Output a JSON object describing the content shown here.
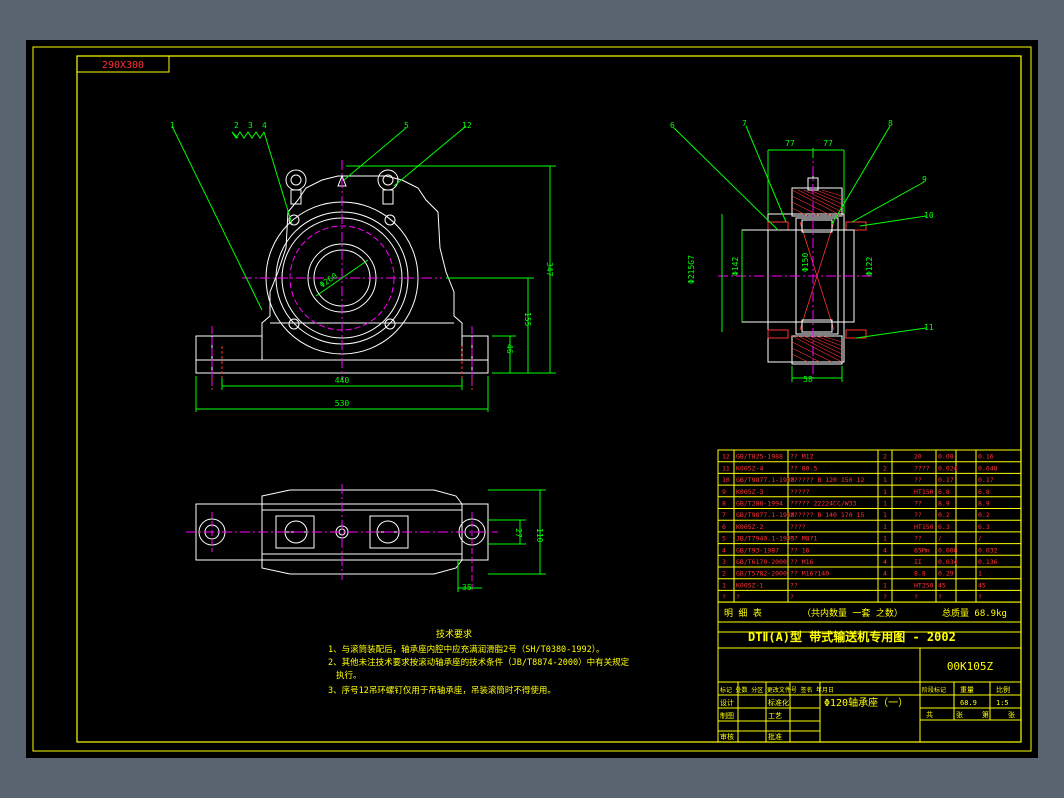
{
  "drawing_code": "290X300",
  "colors": {
    "background": "#000000",
    "frame": "#ffff00",
    "part": "#ffffff",
    "dimension": "#00ff00",
    "centerline": "#ff00ff",
    "section": "#ff3333",
    "text_cn": "#ffff00"
  },
  "front_view": {
    "callouts": [
      "1",
      "2",
      "3",
      "4",
      "5",
      "12"
    ],
    "dims": {
      "overall_width": "530",
      "bolt_span": "440",
      "height": "347",
      "center_height": "155",
      "base_height": "46",
      "bore": "Φ260"
    }
  },
  "side_view": {
    "callouts": [
      "6",
      "7",
      "8",
      "9",
      "10",
      "11"
    ],
    "dims": {
      "w1": "77",
      "w2": "77",
      "outer_dia": "Φ215G7",
      "d1": "Φ142",
      "d2": "Φ150",
      "d3": "Φ122",
      "bottom": "58"
    }
  },
  "top_view": {
    "dims": {
      "right1": "27",
      "right2": "110",
      "bottom": "35"
    }
  },
  "notes": {
    "title": "技术要求",
    "lines": [
      "1、与滚筒装配后，轴承座内腔中应充满润滑脂2号（SH/T0380-1992）。",
      "2、其他未注技术要求按滚动轴承座的技术条件（JB/T8874-2000）中有关规定",
      "执行。",
      "3、序号12吊环螺钉仅用于吊轴承座，吊装滚筒时不得使用。"
    ]
  },
  "bom": {
    "rows": [
      [
        "12",
        "GB/T825-1988",
        "?? M12",
        "2",
        "20",
        "0.08",
        "0.16"
      ],
      [
        "11",
        "K005Z-4",
        "?? 80.5",
        "2",
        "????",
        "0.024",
        "0.048"
      ],
      [
        "10",
        "GB/T9877.1-1988",
        "?????? B 120 150 12",
        "1",
        "??",
        "0.17",
        "0.17"
      ],
      [
        "9",
        "K005Z-3",
        "?????",
        "1",
        "HT150",
        "6.8",
        "6.8"
      ],
      [
        "8",
        "GB/T288-1994",
        "????? 22224CC/W33",
        "1",
        "??",
        "8.9",
        "8.9"
      ],
      [
        "7",
        "GB/T9877.1-1988",
        "?????? B 140 170 15",
        "1",
        "??",
        "0.2",
        "0.2"
      ],
      [
        "6",
        "K005Z-2",
        "????",
        "1",
        "HT150",
        "6.3",
        "6.3"
      ],
      [
        "5",
        "JB/T7940.1-1995",
        "?? M8?1",
        "1",
        "??",
        "/",
        "/"
      ],
      [
        "4",
        "GB/T93-1987",
        "?? 16",
        "4",
        "65Mn",
        "0.008",
        "0.032"
      ],
      [
        "3",
        "GB/T6170-2000",
        "?? M16",
        "4",
        "II",
        "0.034",
        "0.136"
      ],
      [
        "2",
        "GB/T5782-2000",
        "?? M16?140",
        "4",
        "8.8",
        "0.29",
        "1"
      ],
      [
        "1",
        "K005Z-1",
        "??",
        "1",
        "HT250",
        "45",
        "45"
      ],
      [
        "?",
        "?",
        "?",
        "?",
        "?",
        "?",
        "?"
      ]
    ],
    "footer_left": "明  细  表",
    "footer_mid": "（共内数量  一套  之数）",
    "footer_right": "总质量  68.9kg"
  },
  "title_block": {
    "title": "DTⅡ(A)型  带式输送机专用图 - 2002",
    "drawing_no": "00K105Z",
    "part_name": "Φ120轴承座（一）",
    "row_labels": [
      "标记",
      "设计",
      "制图",
      "审核"
    ],
    "mid_labels": [
      "标准化",
      "工艺",
      "批准"
    ],
    "header_row": "标记 处数 分区 更改文件号 签名 年月日",
    "right_headers": [
      "阶段标记",
      "重量",
      "比例"
    ],
    "mass": "68.9",
    "scale": "1:5",
    "sheet_row": [
      "共",
      "张",
      "第",
      "张"
    ]
  }
}
